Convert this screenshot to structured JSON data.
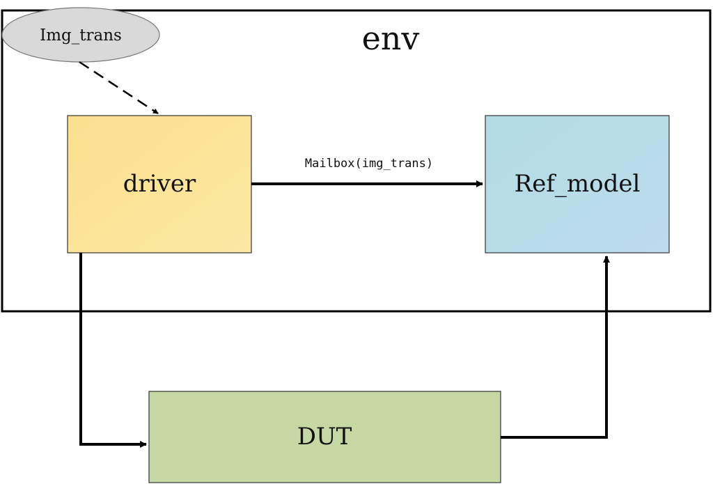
{
  "diagram": {
    "container_label": "env",
    "ellipse_label": "Img_trans",
    "edge_label": "Mailbox(img_trans)",
    "nodes": {
      "driver": "driver",
      "ref_model": "Ref_model",
      "dut": "DUT"
    },
    "colors": {
      "driver_fill": "#fbe394",
      "ref_model_fill": "#b6dce6",
      "dut_fill": "#c5d7a3",
      "ellipse_fill": "#d9d9d9",
      "stroke": "#000000"
    }
  }
}
